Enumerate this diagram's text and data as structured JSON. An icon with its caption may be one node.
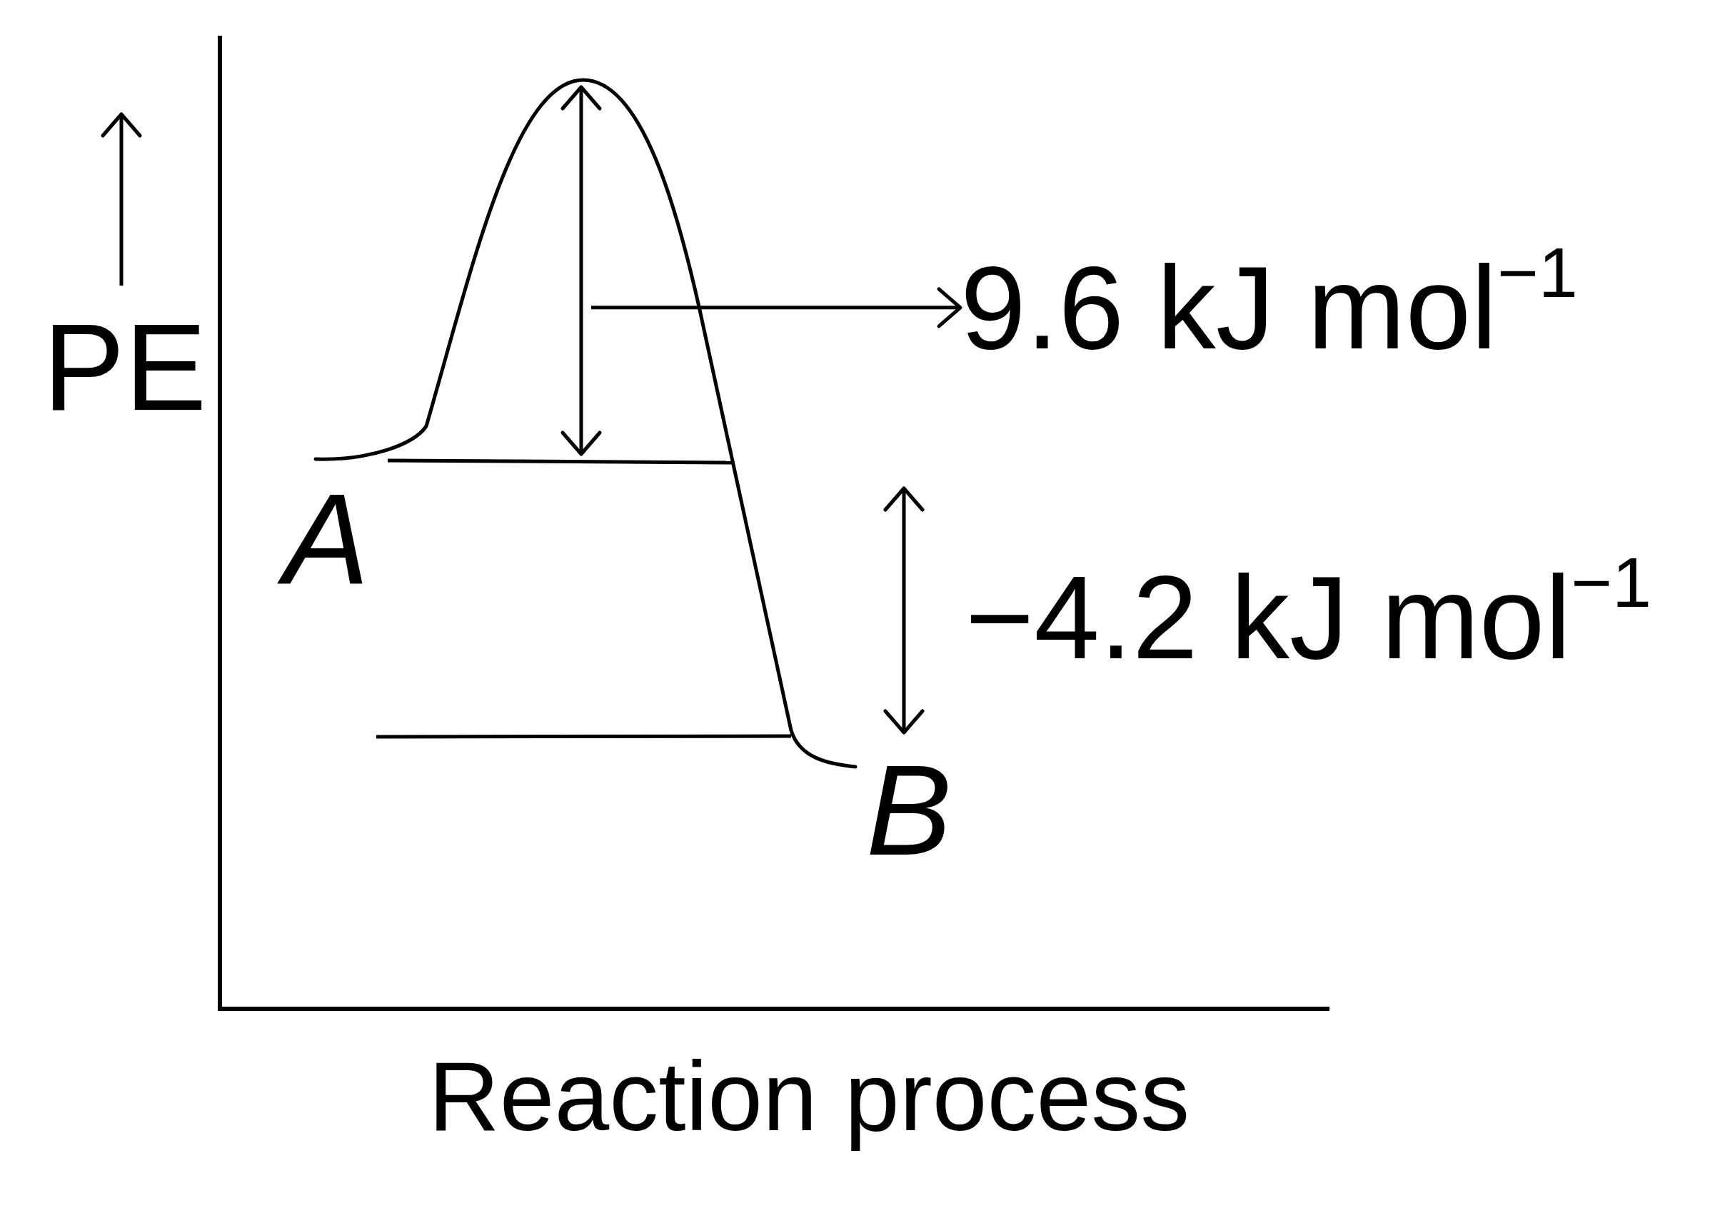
{
  "diagram": {
    "nodes": [
      {
        "text": [],
        "shape": "arrow"
      },
      {
        "text": [
          "9.6 kJ mol$^{−1}$"
        ]
      }
    ],
    "edges": [
      {
        "from": 0,
        "to": 1,
        "arrow": "to"
      }
    ],
    "labels": [
      "PE",
      "A",
      "−4.2 kJ mol$^{−1}$",
      "B",
      "Reaction process"
    ]
  }
}
